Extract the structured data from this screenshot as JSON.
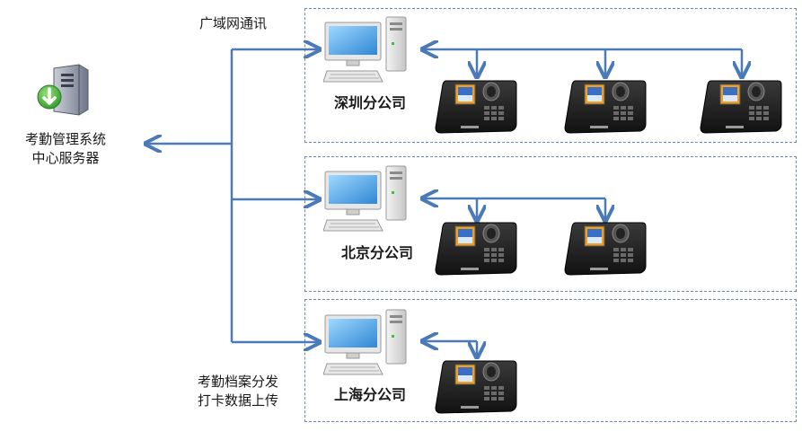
{
  "network_label": "广域网通讯",
  "server": {
    "icon": "server-download-icon",
    "label_line1": "考勤管理系统",
    "label_line2": "中心服务器"
  },
  "bottom_note": {
    "line1": "考勤档案分发",
    "line2": "打卡数据上传"
  },
  "branches": [
    {
      "name": "深圳分公司",
      "terminal_count": 3
    },
    {
      "name": "北京分公司",
      "terminal_count": 2
    },
    {
      "name": "上海分公司",
      "terminal_count": 1
    }
  ],
  "colors": {
    "arrow": "#4a7ab8",
    "box_border": "#6d88b4",
    "terminal_body": "#2b2b2b",
    "screen_frame": "#f0a020"
  }
}
